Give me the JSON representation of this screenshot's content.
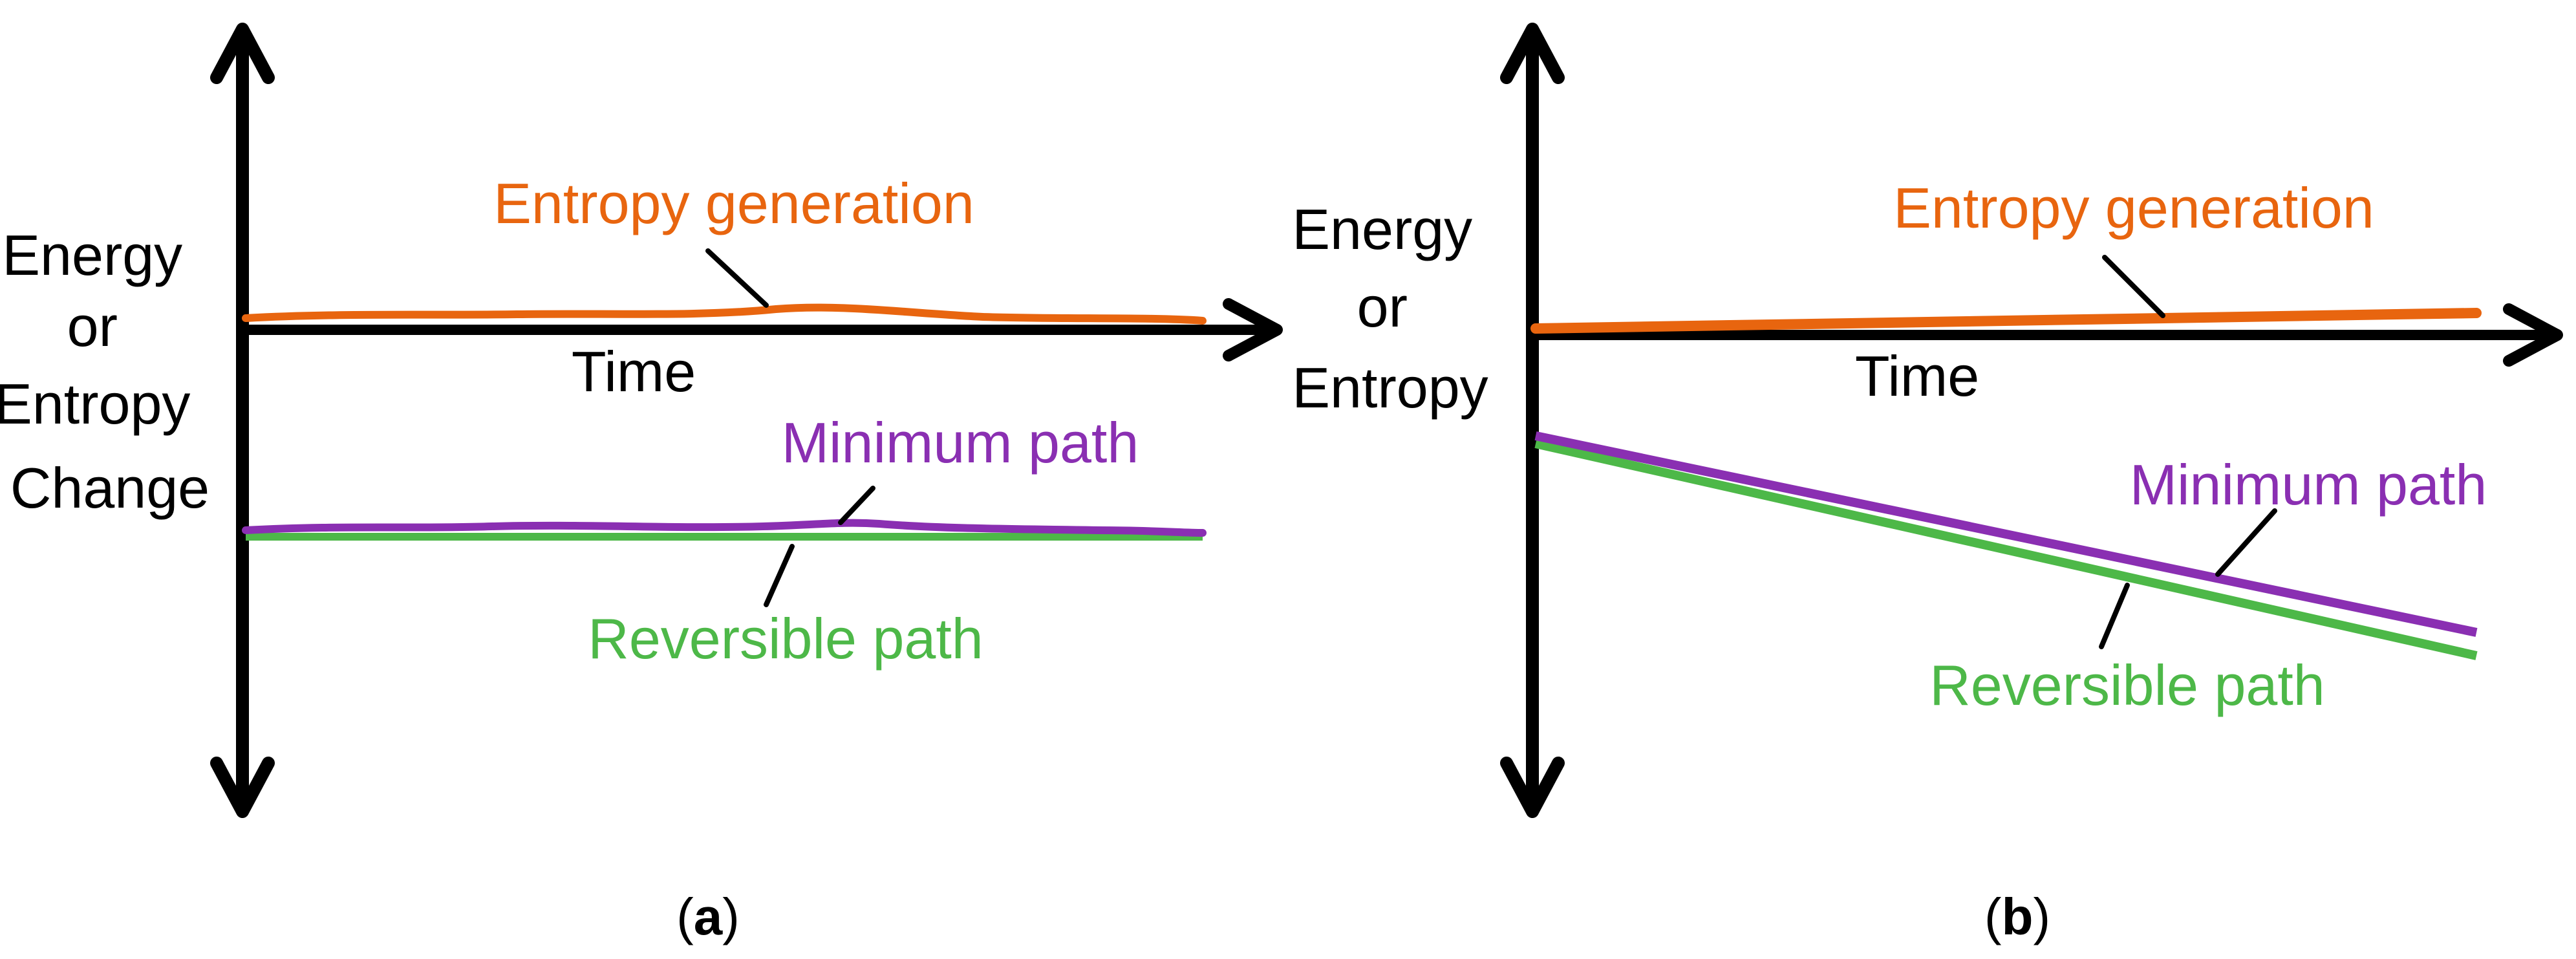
{
  "colors": {
    "axis": "#000000",
    "entropy_generation": "#E8650F",
    "minimum_path": "#8A2FB2",
    "reversible_path": "#4DB848",
    "text": "#000000"
  },
  "panel_a": {
    "y_label_lines": [
      "Energy",
      "or",
      "Entropy",
      "Change"
    ],
    "x_label": "Time",
    "entropy_generation_label": "Entropy generation",
    "minimum_path_label": "Minimum path",
    "reversible_path_label": "Reversible path",
    "caption_open": "(",
    "caption_letter": "a",
    "caption_close": ")"
  },
  "panel_b": {
    "y_label_lines": [
      "Energy",
      "or",
      "Entropy"
    ],
    "x_label": "Time",
    "entropy_generation_label": "Entropy generation",
    "minimum_path_label": "Minimum path",
    "reversible_path_label": "Reversible path",
    "caption_open": "(",
    "caption_letter": "b",
    "caption_close": ")"
  }
}
